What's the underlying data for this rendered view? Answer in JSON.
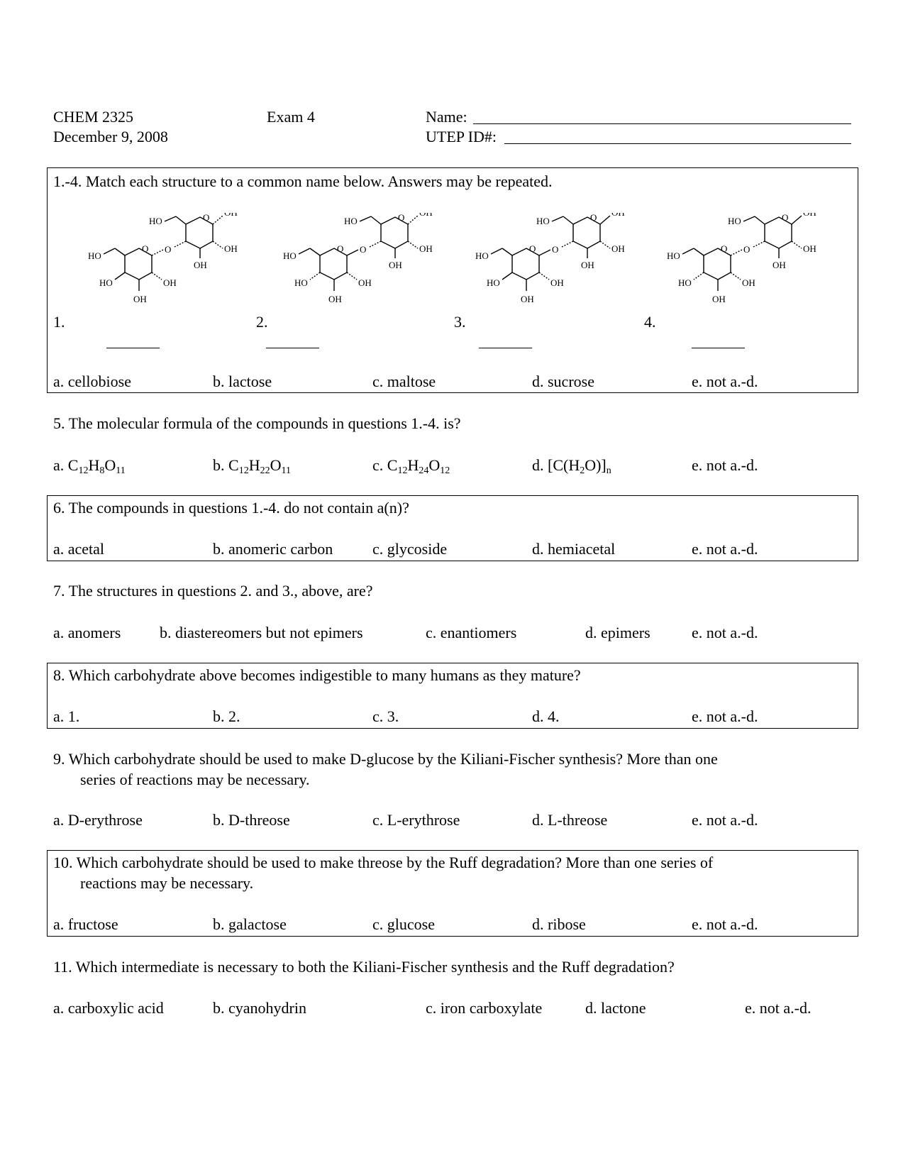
{
  "header": {
    "course": "CHEM 2325",
    "date": "December 9, 2008",
    "exam": "Exam 4",
    "name_label": "Name:",
    "id_label": "UTEP ID#:"
  },
  "q1to4": {
    "prompt": "1.-4.  Match each structure to a common name below.  Answers may be repeated.",
    "numbers": [
      "1.",
      "2.",
      "3.",
      "4."
    ],
    "options": [
      "a. cellobiose",
      "b. lactose",
      "c. maltose",
      "d. sucrose",
      "e. not a.-d."
    ],
    "labels": {
      "ho": "HO",
      "oh": "OH",
      "o": "O"
    }
  },
  "q5": {
    "prompt": "5.   The molecular formula of the compounds in questions 1.-4. is?",
    "opt_a_prefix": "a. ",
    "opt_b_prefix": "b. ",
    "opt_c_prefix": "c. ",
    "opt_d_prefix": "d. ",
    "opt_e": "e. not a.-d.",
    "formula_a": [
      [
        "C",
        "12"
      ],
      [
        "H",
        "8"
      ],
      [
        "O",
        "11"
      ]
    ],
    "formula_b": [
      [
        "C",
        "12"
      ],
      [
        "H",
        "22"
      ],
      [
        "O",
        "11"
      ]
    ],
    "formula_c": [
      [
        "C",
        "12"
      ],
      [
        "H",
        "24"
      ],
      [
        "O",
        "12"
      ]
    ],
    "formula_d_main1": "[C(H",
    "formula_d_sub1": "2",
    "formula_d_main2": "O)]",
    "formula_d_sub2": "n"
  },
  "q6": {
    "prompt": "6.   The compounds in questions 1.-4. do not contain a(n)?",
    "options": [
      "a. acetal",
      "b. anomeric carbon",
      "c. glycoside",
      "d. hemiacetal",
      "e. not a.-d."
    ]
  },
  "q7": {
    "prompt": "7.   The structures in questions 2. and 3., above, are?",
    "options": [
      "a. anomers",
      "b. diastereomers but not epimers",
      "c. enantiomers",
      "d. epimers",
      "e. not a.-d."
    ]
  },
  "q8": {
    "prompt": "8.   Which carbohydrate above becomes indigestible to many humans as they mature?",
    "options": [
      "a. 1.",
      "b. 2.",
      "c. 3.",
      "d. 4.",
      "e. not a.-d."
    ]
  },
  "q9": {
    "prompt_line1": "9.   Which carbohydrate should be used to make D-glucose by the Kiliani-Fischer synthesis?  More than one",
    "prompt_line2": "series of reactions may be necessary.",
    "options": [
      "a. D-erythrose",
      "b. D-threose",
      "c. L-erythrose",
      "d. L-threose",
      "e. not a.-d."
    ]
  },
  "q10": {
    "prompt_line1": "10. Which carbohydrate should be used to make threose by the Ruff degradation?  More than one series of",
    "prompt_line2": "reactions may be necessary.",
    "options": [
      "a. fructose",
      "b. galactose",
      "c. glucose",
      "d. ribose",
      "e. not a.-d."
    ]
  },
  "q11": {
    "prompt": "11. Which intermediate is necessary to both the Kiliani-Fischer synthesis and the Ruff degradation?",
    "options": [
      "a. carboxylic acid",
      "b. cyanohydrin",
      "c. iron carboxylate",
      "d. lactone",
      "e. not a.-d."
    ]
  }
}
